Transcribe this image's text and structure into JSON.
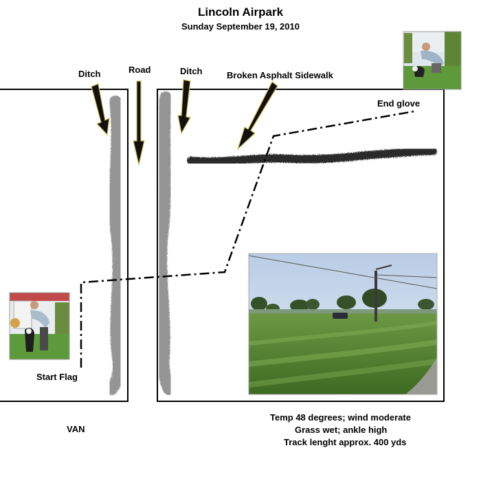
{
  "title": "Lincoln Airpark",
  "date": "Sunday September 19, 2010",
  "labels": {
    "ditch_left": "Ditch",
    "road": "Road",
    "ditch_right": "Ditch",
    "sidewalk": "Broken Asphalt Sidewalk",
    "end": "End glove",
    "start": "Start Flag",
    "van": "VAN"
  },
  "conditions": {
    "line1": "Temp 48 degrees; wind moderate",
    "line2": "Grass wet; ankle high",
    "line3": "Track lenght approx. 400 yds"
  },
  "photos": [
    "handler-with-dog-at-end",
    "handler-with-dog-at-start",
    "field-view"
  ],
  "colors": {
    "ditch": "#8a8a8a",
    "sidewalk": "#2a2a2a",
    "arrow_fill": "#111111",
    "arrow_outline": "#d8c35a",
    "sky": "#c9d8ea",
    "grass": "#4e7a2c"
  }
}
